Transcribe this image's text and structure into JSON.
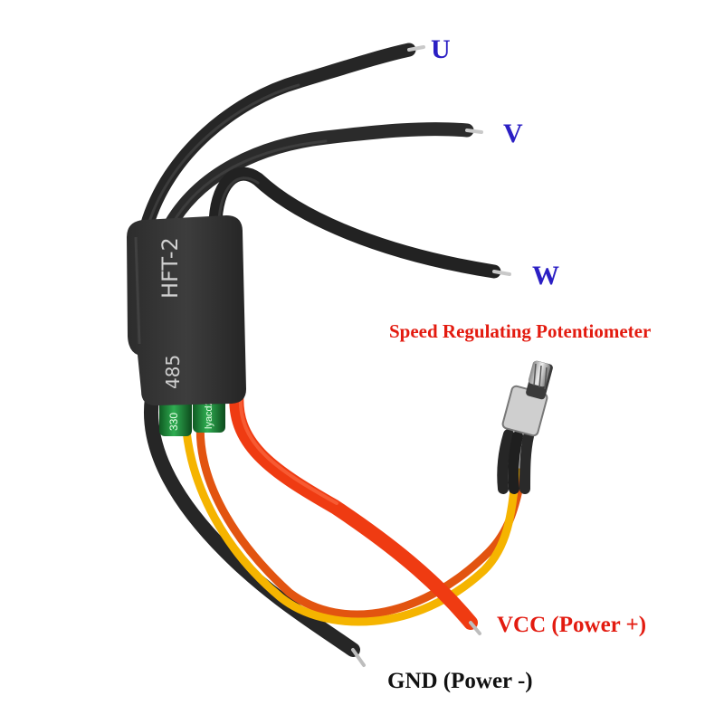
{
  "labels": {
    "u": "U",
    "v": "V",
    "w": "W",
    "potentiometer": "Speed Regulating Potentiometer",
    "vcc": "VCC (Power +)",
    "gnd": "GND (Power -)"
  },
  "esc": {
    "marking": "HFT-2",
    "rating": "485"
  },
  "capacitors": {
    "left_text": "330",
    "right_text": "lyacd2"
  },
  "colors": {
    "phase_label": "#2b1fc4",
    "power_label": "#e31b10",
    "gnd_label": "#111111",
    "black_wire": "#2a2a2a",
    "red_wire": "#ee3a12",
    "yellow_wire": "#f5b800",
    "orange_wire": "#e9550c",
    "capacitor": "#1f8a3a"
  }
}
